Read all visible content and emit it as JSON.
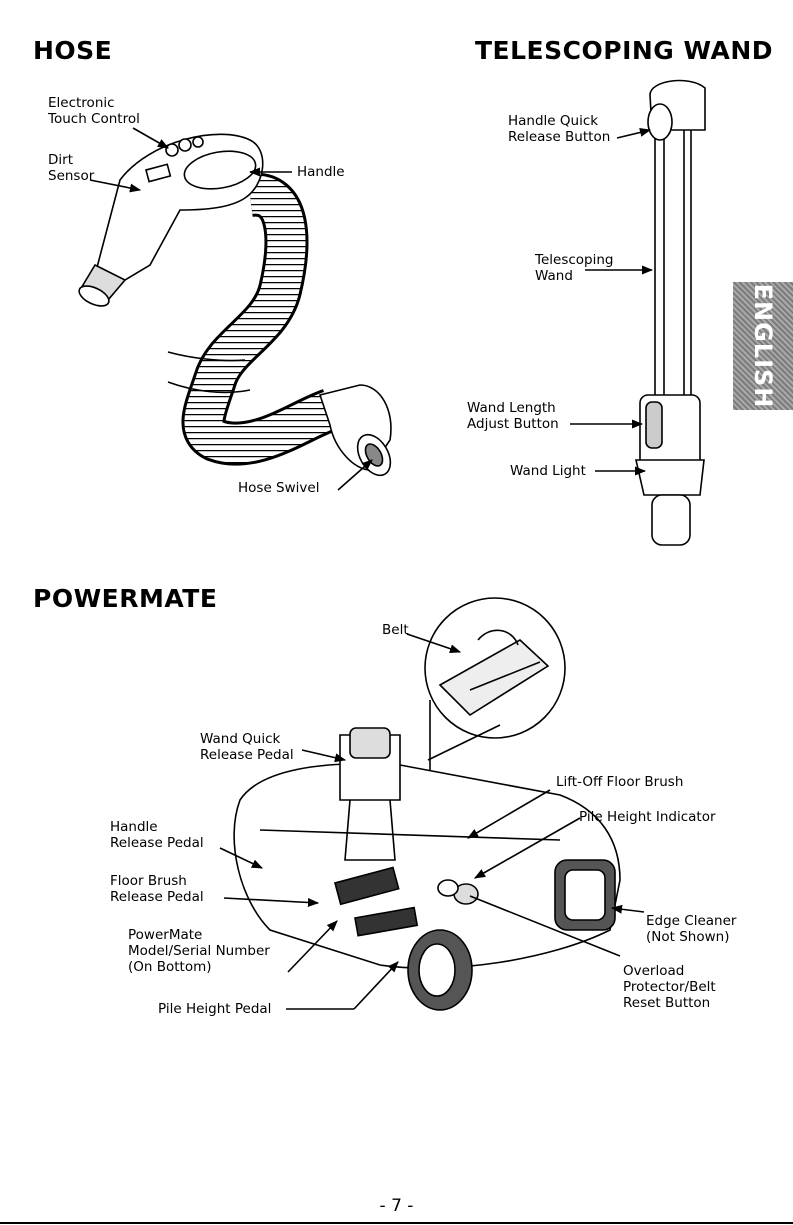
{
  "sections": {
    "hose": "HOSE",
    "telescoping_wand": "TELESCOPING WAND",
    "powermate": "POWERMATE"
  },
  "hose_labels": {
    "electronic_touch_control": "Electronic\nTouch Control",
    "dirt_sensor": "Dirt\nSensor",
    "handle": "Handle",
    "hose_swivel": "Hose Swivel"
  },
  "wand_labels": {
    "handle_quick_release_button": "Handle Quick\nRelease Button",
    "telescoping_wand": "Telescoping\nWand",
    "wand_length_adjust_button": "Wand Length\nAdjust Button",
    "wand_light": "Wand Light"
  },
  "powermate_labels": {
    "belt": "Belt",
    "wand_quick_release_pedal": "Wand Quick\nRelease Pedal",
    "lift_off_floor_brush": "Lift-Off Floor Brush",
    "pile_height_indicator": "Pile Height Indicator",
    "handle_release_pedal": "Handle\nRelease Pedal",
    "floor_brush_release_pedal": "Floor Brush\nRelease Pedal",
    "edge_cleaner": "Edge Cleaner\n(Not Shown)",
    "powermate_model_serial": "PowerMate\nModel/Serial Number\n(On Bottom)",
    "overload_protector": "Overload\nProtector/Belt\nReset Button",
    "pile_height_pedal": "Pile Height Pedal"
  },
  "side_tab": "ENGLISH",
  "page_number": "- 7 -",
  "colors": {
    "tab": "#8f8f8f",
    "ink": "#000000"
  }
}
